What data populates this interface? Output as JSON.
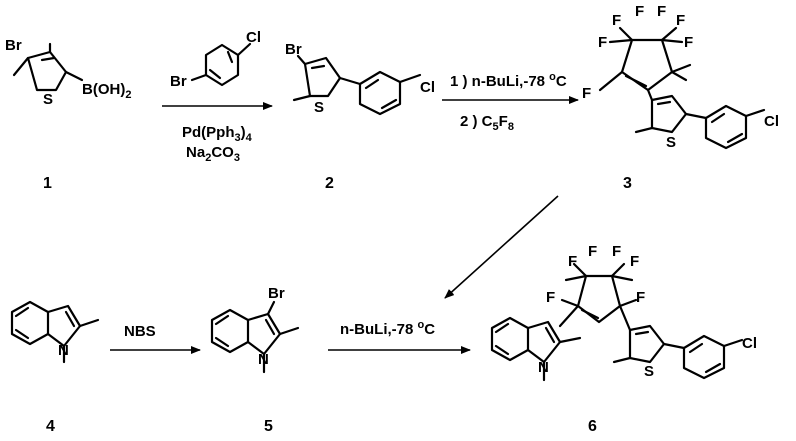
{
  "scheme": {
    "compounds": [
      {
        "id": "1",
        "atoms": {
          "br": "Br",
          "s": "S",
          "boronic": "B(OH)",
          "boronic_sub": "2"
        }
      },
      {
        "id": "2",
        "atoms": {
          "br": "Br",
          "s": "S",
          "cl": "Cl"
        }
      },
      {
        "id": "3",
        "atoms": {
          "f": "F",
          "s": "S",
          "cl": "Cl"
        }
      },
      {
        "id": "4",
        "atoms": {
          "n": "N"
        }
      },
      {
        "id": "5",
        "atoms": {
          "br": "Br",
          "n": "N"
        }
      },
      {
        "id": "6",
        "atoms": {
          "f": "F",
          "n": "N",
          "s": "S",
          "cl": "Cl"
        }
      }
    ],
    "reagents": {
      "step1_reagent": {
        "br": "Br",
        "cl": "Cl"
      },
      "step1_cat": {
        "pre": "Pd(Pph",
        "sub": "3",
        "post": ")",
        "sub2": "4"
      },
      "step1_base": {
        "pre": "Na",
        "sub": "2",
        "mid": "CO",
        "sub2": "3"
      },
      "step2_line1": {
        "text": "1 ) n-BuLi,-78 ",
        "sup": "o",
        "post": "C"
      },
      "step2_line2": {
        "text": "2 ) C",
        "sub": "5",
        "mid": "F",
        "sub2": "8"
      },
      "step3": "NBS",
      "step4": {
        "text": "n-BuLi,-78 ",
        "sup": "o",
        "post": "C"
      }
    }
  }
}
